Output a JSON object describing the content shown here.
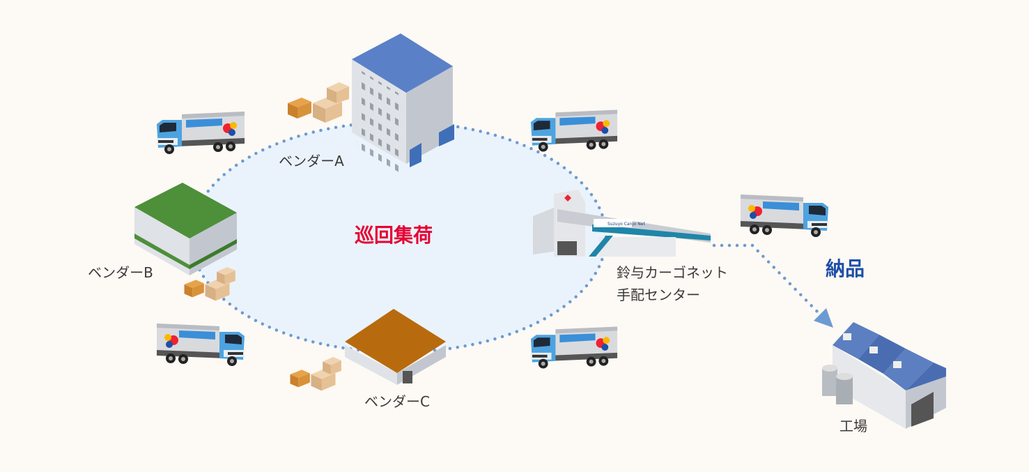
{
  "colors": {
    "background": "#fdf9f4",
    "circuit_fill": "#eaf3fb",
    "dots": "#6b9bd2",
    "circuit_label": "#e60033",
    "delivery_label": "#1d4fa8",
    "vendor_a_roof": "#5a80c8",
    "vendor_b_roof": "#4e8f3a",
    "vendor_c_roof": "#b86b0e"
  },
  "labels": {
    "circuit": "巡回集荷",
    "delivery": "納品",
    "vendor_a": "ベンダーA",
    "vendor_b": "ベンダーB",
    "vendor_c": "ベンダーC",
    "center_line1": "鈴与カーゴネット",
    "center_line2": "手配センター",
    "factory": "工場",
    "center_sign": "Suzuyo Cargo Net"
  }
}
